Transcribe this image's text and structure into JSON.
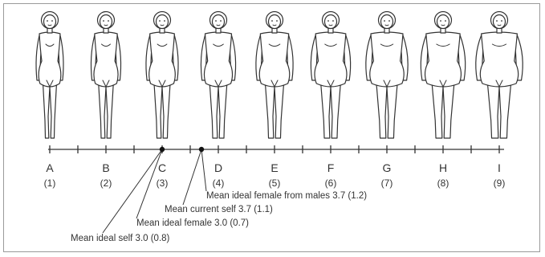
{
  "scale": {
    "min": 1,
    "max": 9,
    "figures": [
      {
        "letter": "A",
        "number": "(1)",
        "value": 1
      },
      {
        "letter": "B",
        "number": "(2)",
        "value": 2
      },
      {
        "letter": "C",
        "number": "(3)",
        "value": 3
      },
      {
        "letter": "D",
        "number": "(4)",
        "value": 4
      },
      {
        "letter": "E",
        "number": "(5)",
        "value": 5
      },
      {
        "letter": "F",
        "number": "(6)",
        "value": 6
      },
      {
        "letter": "G",
        "number": "(7)",
        "value": 7
      },
      {
        "letter": "H",
        "number": "(8)",
        "value": 8
      },
      {
        "letter": "I",
        "number": "(9)",
        "value": 9
      }
    ],
    "markers": [
      {
        "value": 3.0,
        "label": "Mean ideal self 3.0 (0.8)"
      },
      {
        "value": 3.0,
        "label": "Mean ideal female 3.0 (0.7)"
      },
      {
        "value": 3.7,
        "label": "Mean current self 3.7 (1.1)"
      },
      {
        "value": 3.7,
        "label": "Mean ideal female from males 3.7 (1.2)"
      }
    ]
  },
  "colors": {
    "line": "#333333",
    "dot": "#111111",
    "frame": "#9a9a9a"
  }
}
